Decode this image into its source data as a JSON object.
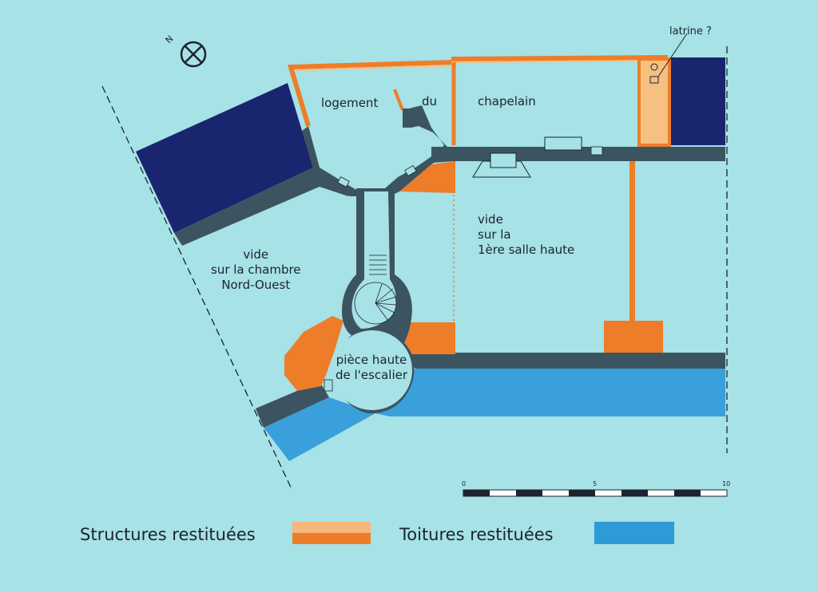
{
  "labels": {
    "logement": "logement",
    "du": "du",
    "chapelain": "chapelain",
    "latrine": "latrine ?",
    "vide_chambre": [
      "vide",
      "sur la chambre",
      "Nord-Ouest"
    ],
    "vide_salle": [
      "vide",
      "sur la",
      "1ère salle haute"
    ],
    "piece_haute": [
      "pièce haute",
      "de l'escalier"
    ]
  },
  "compass": {
    "letter": "N"
  },
  "scale": {
    "ticks": [
      "0",
      "5",
      "10"
    ]
  },
  "legend": {
    "structures": {
      "label": "Structures restituées",
      "color": "#ee7d2a",
      "color_light": "#f6b77a"
    },
    "toitures": {
      "label": "Toitures restituées",
      "color": "#2e9ad6"
    }
  },
  "colors": {
    "background": "#a6e2e6",
    "wall": "#3c5460",
    "dark_fill": "#1a2570",
    "orange": "#ee7d2a",
    "light_orange": "#f6c080",
    "roof_blue": "#3aa0dc"
  }
}
